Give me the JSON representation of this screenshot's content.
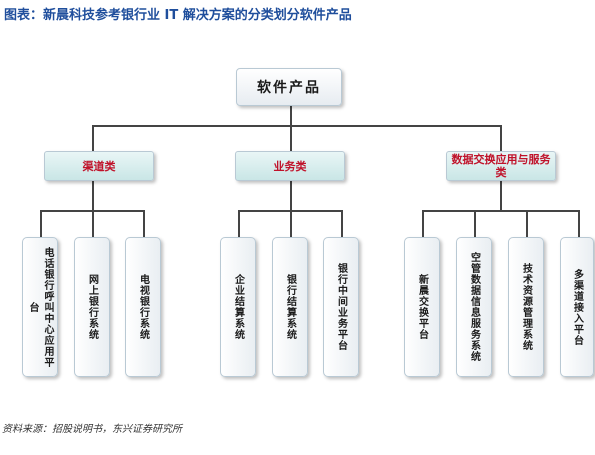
{
  "title": "图表：新晨科技参考银行业 IT 解决方案的分类划分软件产品",
  "root": "软件产品",
  "categories": [
    {
      "label": "渠道类",
      "items": [
        "电话银行呼叫中心应用平台",
        "网上银行系统",
        "电视银行系统"
      ]
    },
    {
      "label": "业务类",
      "items": [
        "企业结算系统",
        "银行结算系统",
        "银行中间业务平台"
      ]
    },
    {
      "label": "数据交换应用与服务类",
      "items": [
        "新晨交换平台",
        "空管数据信息服务系统",
        "技术资源管理系统",
        "多渠道接入平台"
      ]
    }
  ],
  "source": "资料来源：招股说明书，东兴证券研究所"
}
